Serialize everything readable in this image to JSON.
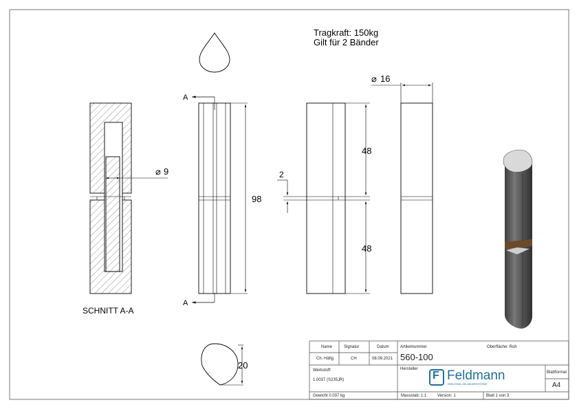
{
  "notes": {
    "line1": "Tragkraft: 150kg",
    "line2": "Gilt für 2 Bänder"
  },
  "dimensions": {
    "dia_pin": "9",
    "dia_outer": "16",
    "length": "98",
    "upper": "48",
    "lower": "48",
    "gap": "2",
    "width": "20"
  },
  "section": {
    "label": "SCHNITT A-A",
    "marker": "A"
  },
  "titleblock": {
    "name_h": "Name",
    "sig_h": "Signatur",
    "date_h": "Datum",
    "name": "Ch. Häfig",
    "sig": "CH",
    "date": "08.09.2021",
    "article_h": "Artikelnummer",
    "article": "560-100",
    "surface": "Oberfläche: Roh",
    "material_h": "Werkstoff:",
    "material": "1.0037 (S235JR)",
    "maker_h": "Hersteller",
    "brand": "Feldmann",
    "brand_sub": "EDELSTAHL-GELÄNDERSYSTEME",
    "format_h": "Blattformat",
    "format": "A4",
    "weight": "Gewicht 0.037 kg",
    "scale": "Massstab: 1:1",
    "version": "Version: 1",
    "sheet": "Blatt 1 von 3"
  },
  "colors": {
    "brand": "#1f6f9a",
    "render_body": "#5e5e5e",
    "render_light": "#d6d6d6",
    "ring": "#6b4a2a"
  }
}
